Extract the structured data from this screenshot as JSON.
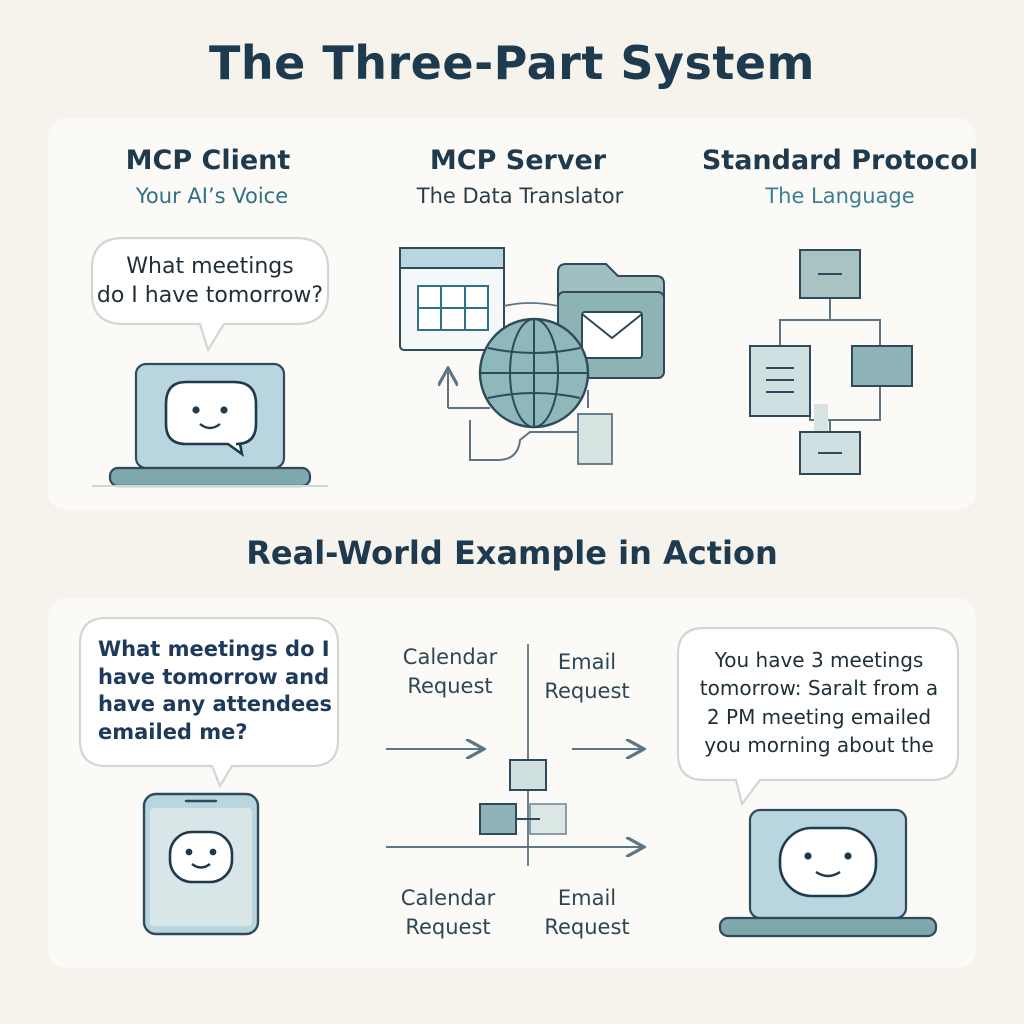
{
  "title": "The Three-Part System",
  "columns": [
    {
      "title": "MCP Client",
      "subtitle": "Your AI’s Voice"
    },
    {
      "title": "MCP Server",
      "subtitle": "The Data Translator"
    },
    {
      "title": "Standard Protocol",
      "subtitle": "The Language"
    }
  ],
  "client_bubble": {
    "line1": "What meetings",
    "line2": "do I have tomorrow?"
  },
  "example": {
    "title": "Real-World Example in Action",
    "question": {
      "line1": "What meetings do I",
      "line2": "have tomorrow and",
      "line3": "have any attendees",
      "line4": "emailed me?"
    },
    "labels_top": [
      {
        "line1": "Calendar",
        "line2": "Request"
      },
      {
        "line1": "Email",
        "line2": "Request"
      }
    ],
    "labels_bottom": [
      {
        "line1": "Calendar",
        "line2": "Request"
      },
      {
        "line1": "Email",
        "line2": "Request"
      }
    ],
    "answer": {
      "line1": "You have 3 meetings",
      "line2": "tomorrow: Saralt from a",
      "line3": "2 PM meeting emailed",
      "line4": "you morning about the"
    }
  },
  "colors": {
    "accent": "#2f7186",
    "dark": "#1e3a4e",
    "fill_light": "#c5dde3",
    "fill_mid": "#8fb4b7",
    "fill_grey": "#d7e3e0"
  },
  "icons": [
    "laptop-icon",
    "smile-chat-icon",
    "calendar-icon",
    "globe-icon",
    "email-folder-icon",
    "flowchart-icon",
    "phone-icon"
  ]
}
